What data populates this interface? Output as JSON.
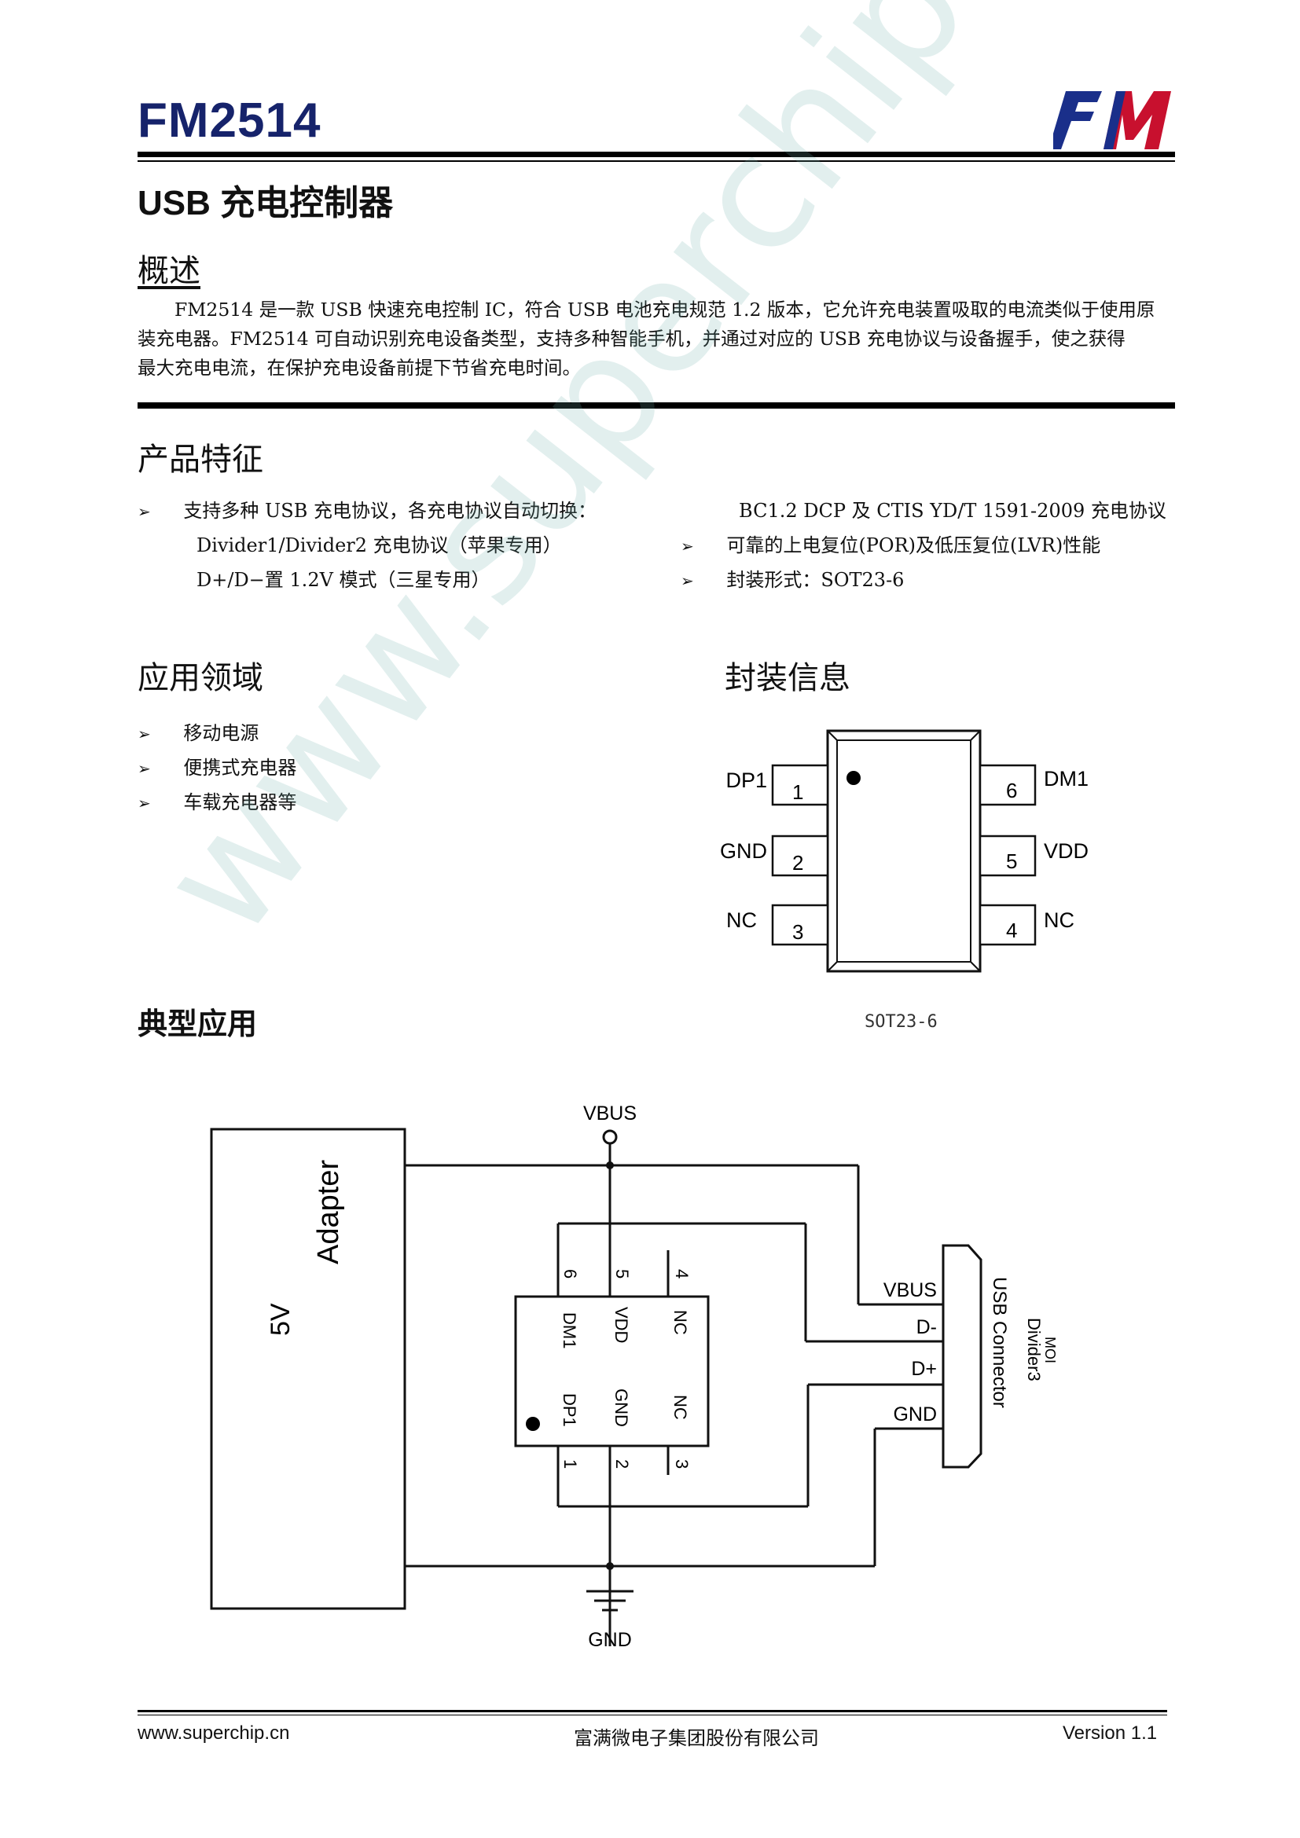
{
  "header": {
    "doc_code": "FM2514",
    "logo_text": "FM",
    "title": "USB 充电控制器"
  },
  "overview": {
    "heading": "概述",
    "lines": [
      "　　FM2514 是一款 USB 快速充电控制 IC，符合 USB 电池充电规范 1.2 版本，它允许充电装置吸取的电流类似于使用原",
      "装充电器。FM2514 可自动识别充电设备类型，支持多种智能手机，并通过对应的 USB 充电协议与设备握手，使之获得",
      "最大充电电流，在保护充电设备前提下节省充电时间。"
    ]
  },
  "features": {
    "heading": "产品特征",
    "bullet": "➢",
    "item1": "支持多种 USB 充电协议，各充电协议自动切换：",
    "item1_sub1": "Divider1/Divider2 充电协议（苹果专用）",
    "item1_sub2": "D+/D−置 1.2V 模式（三星专用）",
    "item1_sub3": "BC1.2 DCP 及 CTIS YD/T 1591-2009 充电协议",
    "item2": "可靠的上电复位(POR)及低压复位(LVR)性能",
    "item3": "封装形式：SOT23-6"
  },
  "applications": {
    "heading": "应用领域",
    "items": [
      "移动电源",
      "便携式充电器",
      "车载充电器等"
    ]
  },
  "package": {
    "heading": "封装信息",
    "caption": "SOT23-6",
    "pins": {
      "p1": "DP1",
      "p2": "GND",
      "p3": "NC",
      "p4": "NC",
      "p5": "VDD",
      "p6": "DM1",
      "n1": "1",
      "n2": "2",
      "n3": "3",
      "n4": "4",
      "n5": "5",
      "n6": "6"
    }
  },
  "typical": {
    "heading": "典型应用",
    "adapter_line1": "Adapter",
    "adapter_line2": "5V",
    "vbus_top": "VBUS",
    "gnd_bottom": "GND",
    "ic_pins": [
      "DM1",
      "VDD",
      "NC",
      "DP1",
      "GND",
      "NC"
    ],
    "ic_nums": [
      "6",
      "5",
      "4",
      "1",
      "2",
      "3"
    ],
    "conn_vbus": "VBUS",
    "conn_dm": "D-",
    "conn_dp": "D+",
    "conn_gnd": "GND",
    "conn_name": "USB Connector",
    "divider_label": "Divider3",
    "mode_label": "MOI"
  },
  "watermark": "www.superchip.cn",
  "footer": {
    "url": "www.superchip.cn",
    "company": "富满微电子集团股份有限公司",
    "version": "Version 1.1"
  }
}
